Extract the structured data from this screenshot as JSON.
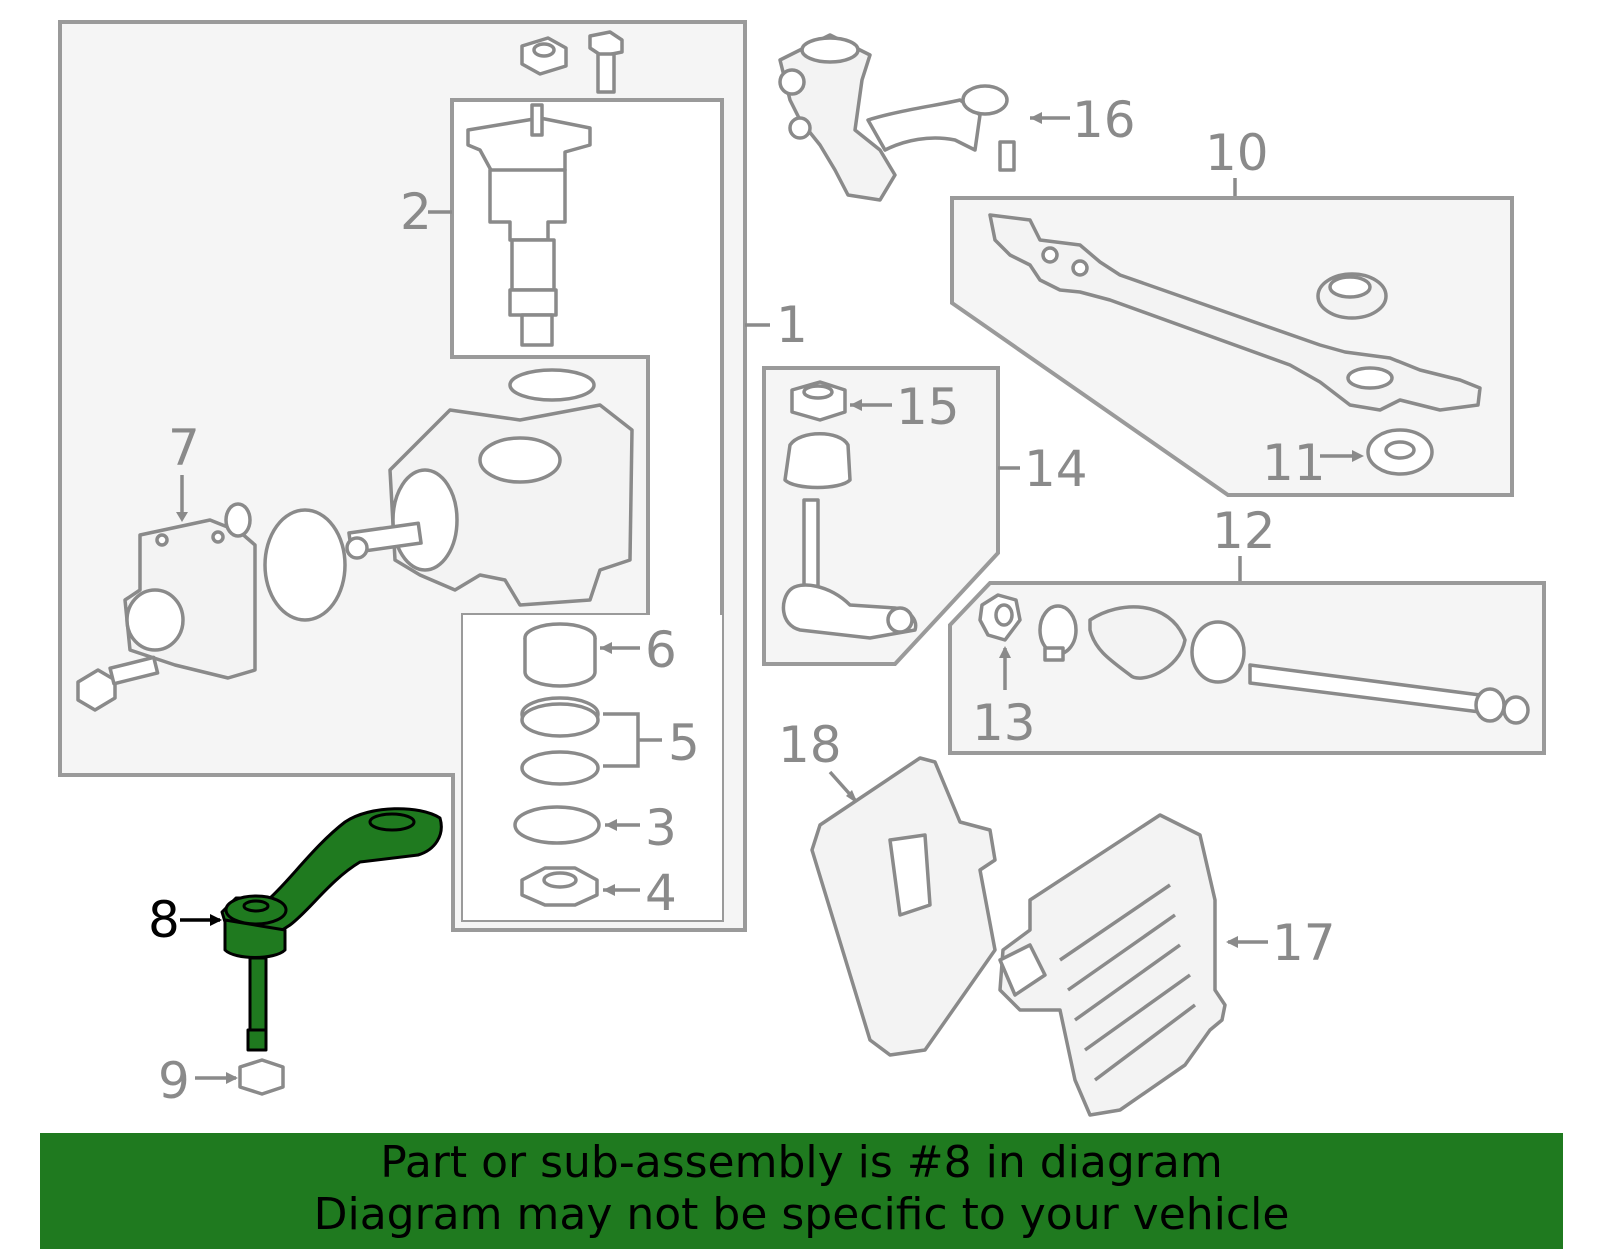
{
  "callouts": {
    "c1": "1",
    "c2": "2",
    "c3": "3",
    "c4": "4",
    "c5": "5",
    "c6": "6",
    "c7": "7",
    "c8": "8",
    "c9": "9",
    "c10": "10",
    "c11": "11",
    "c12": "12",
    "c13": "13",
    "c14": "14",
    "c15": "15",
    "c16": "16",
    "c17": "17",
    "c18": "18"
  },
  "highlight": {
    "part_number": "8",
    "color": "#1f7a1f"
  },
  "footer": {
    "line1": "Part or sub-assembly is #8 in diagram",
    "line2": "Diagram may not be specific to your vehicle"
  }
}
